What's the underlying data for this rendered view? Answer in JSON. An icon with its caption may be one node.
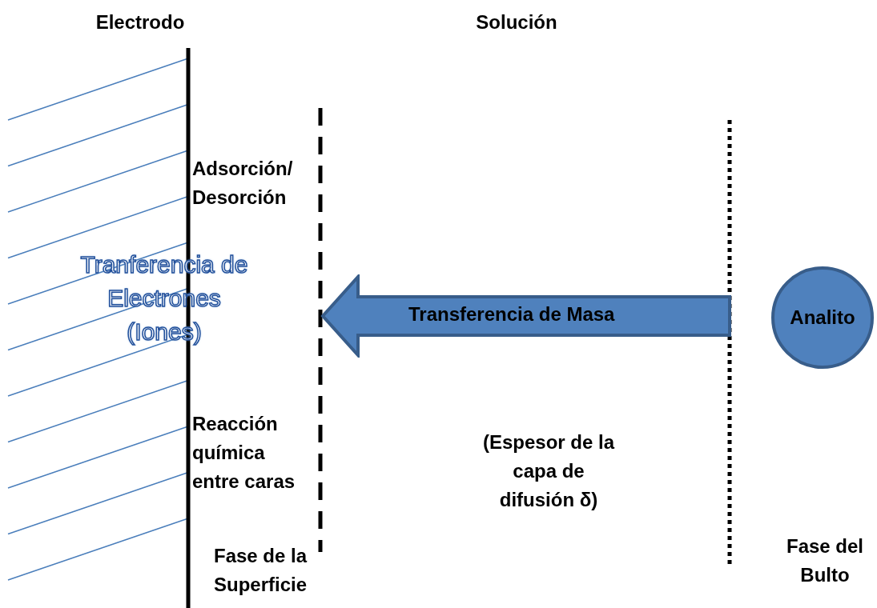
{
  "diagram": {
    "nodes": [
      {
        "text": [
          "Transferencia de Masa"
        ]
      },
      {
        "text": [
          "Analito"
        ]
      }
    ],
    "labels": [
      "Electrodo",
      "Solución",
      "Adsorción/ Desorción",
      "Tranferencia de Electrones (Iones)",
      "Reacción química entre caras",
      "(Espesor de la capa de difusión δ)",
      "Fase de la Superficie",
      "Fase del Bulto"
    ]
  }
}
